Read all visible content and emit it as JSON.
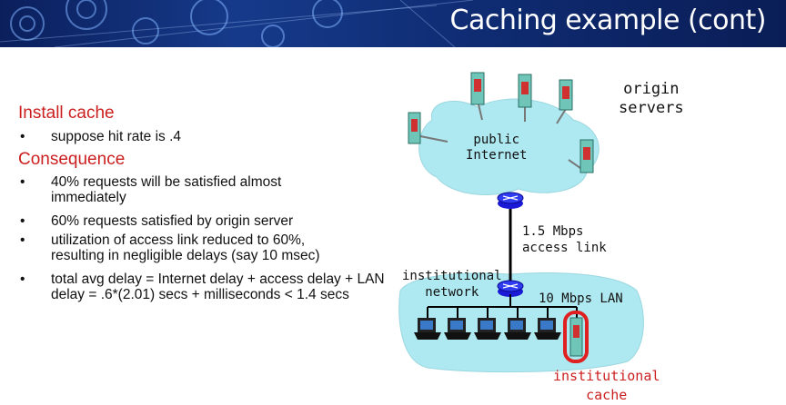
{
  "slide": {
    "title": "Caching example (cont)",
    "sections": [
      {
        "heading": "Install cache",
        "bullets": [
          "suppose hit rate is .4"
        ]
      },
      {
        "heading": "Consequence",
        "bullets": [
          "40% requests will be satisfied almost immediately",
          "60% requests satisfied by origin server",
          "utilization of access link reduced to 60%, resulting in negligible  delays (say 10 msec)",
          "total avg delay   = Internet delay + access delay + LAN delay   =  .6*(2.01) secs  + milliseconds < 1.4 secs"
        ]
      }
    ]
  },
  "diagram": {
    "origin_servers_label": "origin\nservers",
    "public_internet_label": "public\nInternet",
    "access_link_label": "1.5 Mbps\naccess link",
    "institutional_network_label": "institutional\nnetwork",
    "lan_label": "10 Mbps LAN",
    "cache_label": "institutional\ncache",
    "colors": {
      "cloud": "#aee8f0",
      "router": "#1a1ad6",
      "cache_ring": "#e02020",
      "heading": "#cc1f1f"
    }
  }
}
